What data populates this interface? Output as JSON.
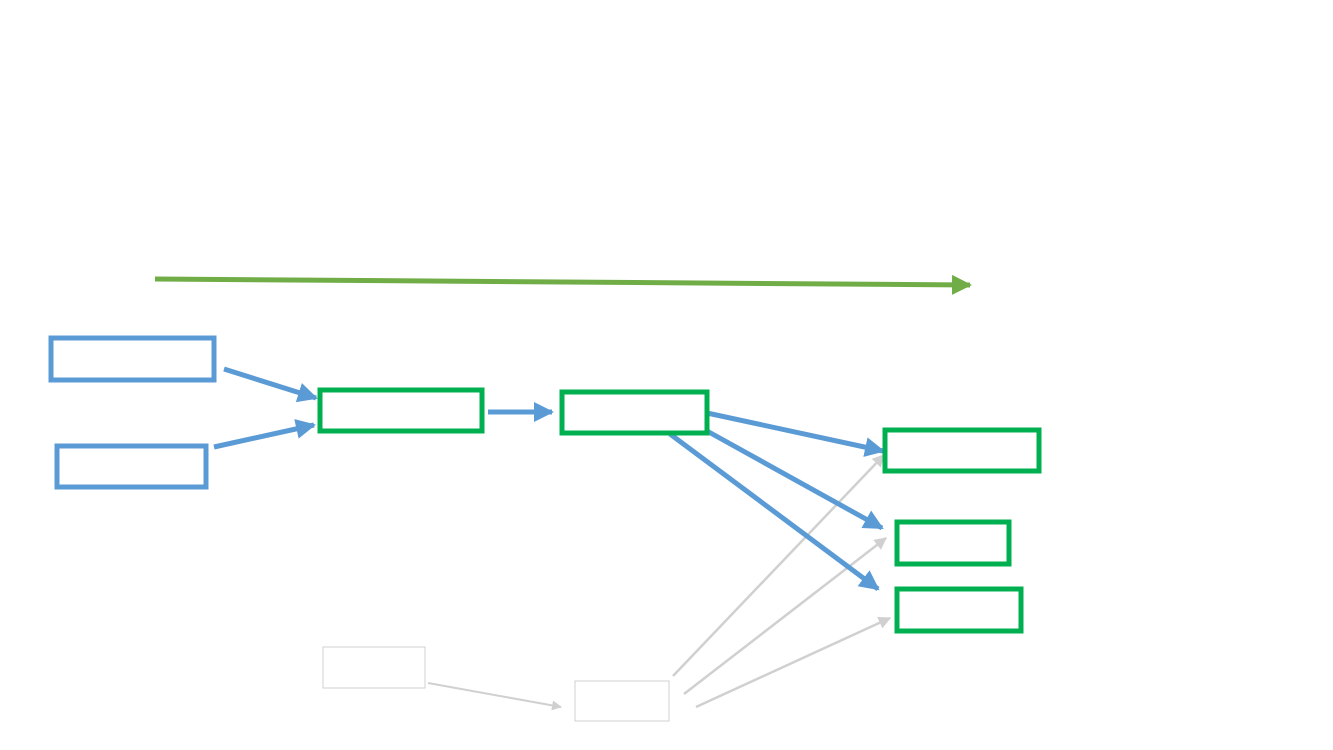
{
  "colors": {
    "background": "#ffffff",
    "timeline_arrow": "#70ad47",
    "input_box": "#5b9bd5",
    "process_box": "#00b050",
    "flow_arrow": "#5b9bd5",
    "faded": "#d0d0d0"
  },
  "diagram": {
    "boxes": [
      {
        "id": "input-box-1",
        "kind": "input",
        "label": ""
      },
      {
        "id": "input-box-2",
        "kind": "input",
        "label": ""
      },
      {
        "id": "process-box-1",
        "kind": "process",
        "label": ""
      },
      {
        "id": "process-box-2",
        "kind": "process",
        "label": ""
      },
      {
        "id": "output-box-1",
        "kind": "process",
        "label": ""
      },
      {
        "id": "output-box-2",
        "kind": "process",
        "label": ""
      },
      {
        "id": "output-box-3",
        "kind": "process",
        "label": ""
      },
      {
        "id": "faded-box-1",
        "kind": "faded",
        "label": ""
      },
      {
        "id": "faded-box-2",
        "kind": "faded",
        "label": ""
      }
    ],
    "connections": [
      {
        "from": "input-box-1",
        "to": "process-box-1",
        "style": "flow"
      },
      {
        "from": "input-box-2",
        "to": "process-box-1",
        "style": "flow"
      },
      {
        "from": "process-box-1",
        "to": "process-box-2",
        "style": "flow"
      },
      {
        "from": "process-box-2",
        "to": "output-box-1",
        "style": "flow"
      },
      {
        "from": "process-box-2",
        "to": "output-box-2",
        "style": "flow"
      },
      {
        "from": "process-box-2",
        "to": "output-box-3",
        "style": "flow"
      },
      {
        "from": "faded-box-1",
        "to": "faded-box-2",
        "style": "faded"
      },
      {
        "from": "faded-box-2",
        "to": "output-box-1",
        "style": "faded"
      },
      {
        "from": "faded-box-2",
        "to": "output-box-2",
        "style": "faded"
      },
      {
        "from": "faded-box-2",
        "to": "output-box-3",
        "style": "faded"
      }
    ]
  }
}
